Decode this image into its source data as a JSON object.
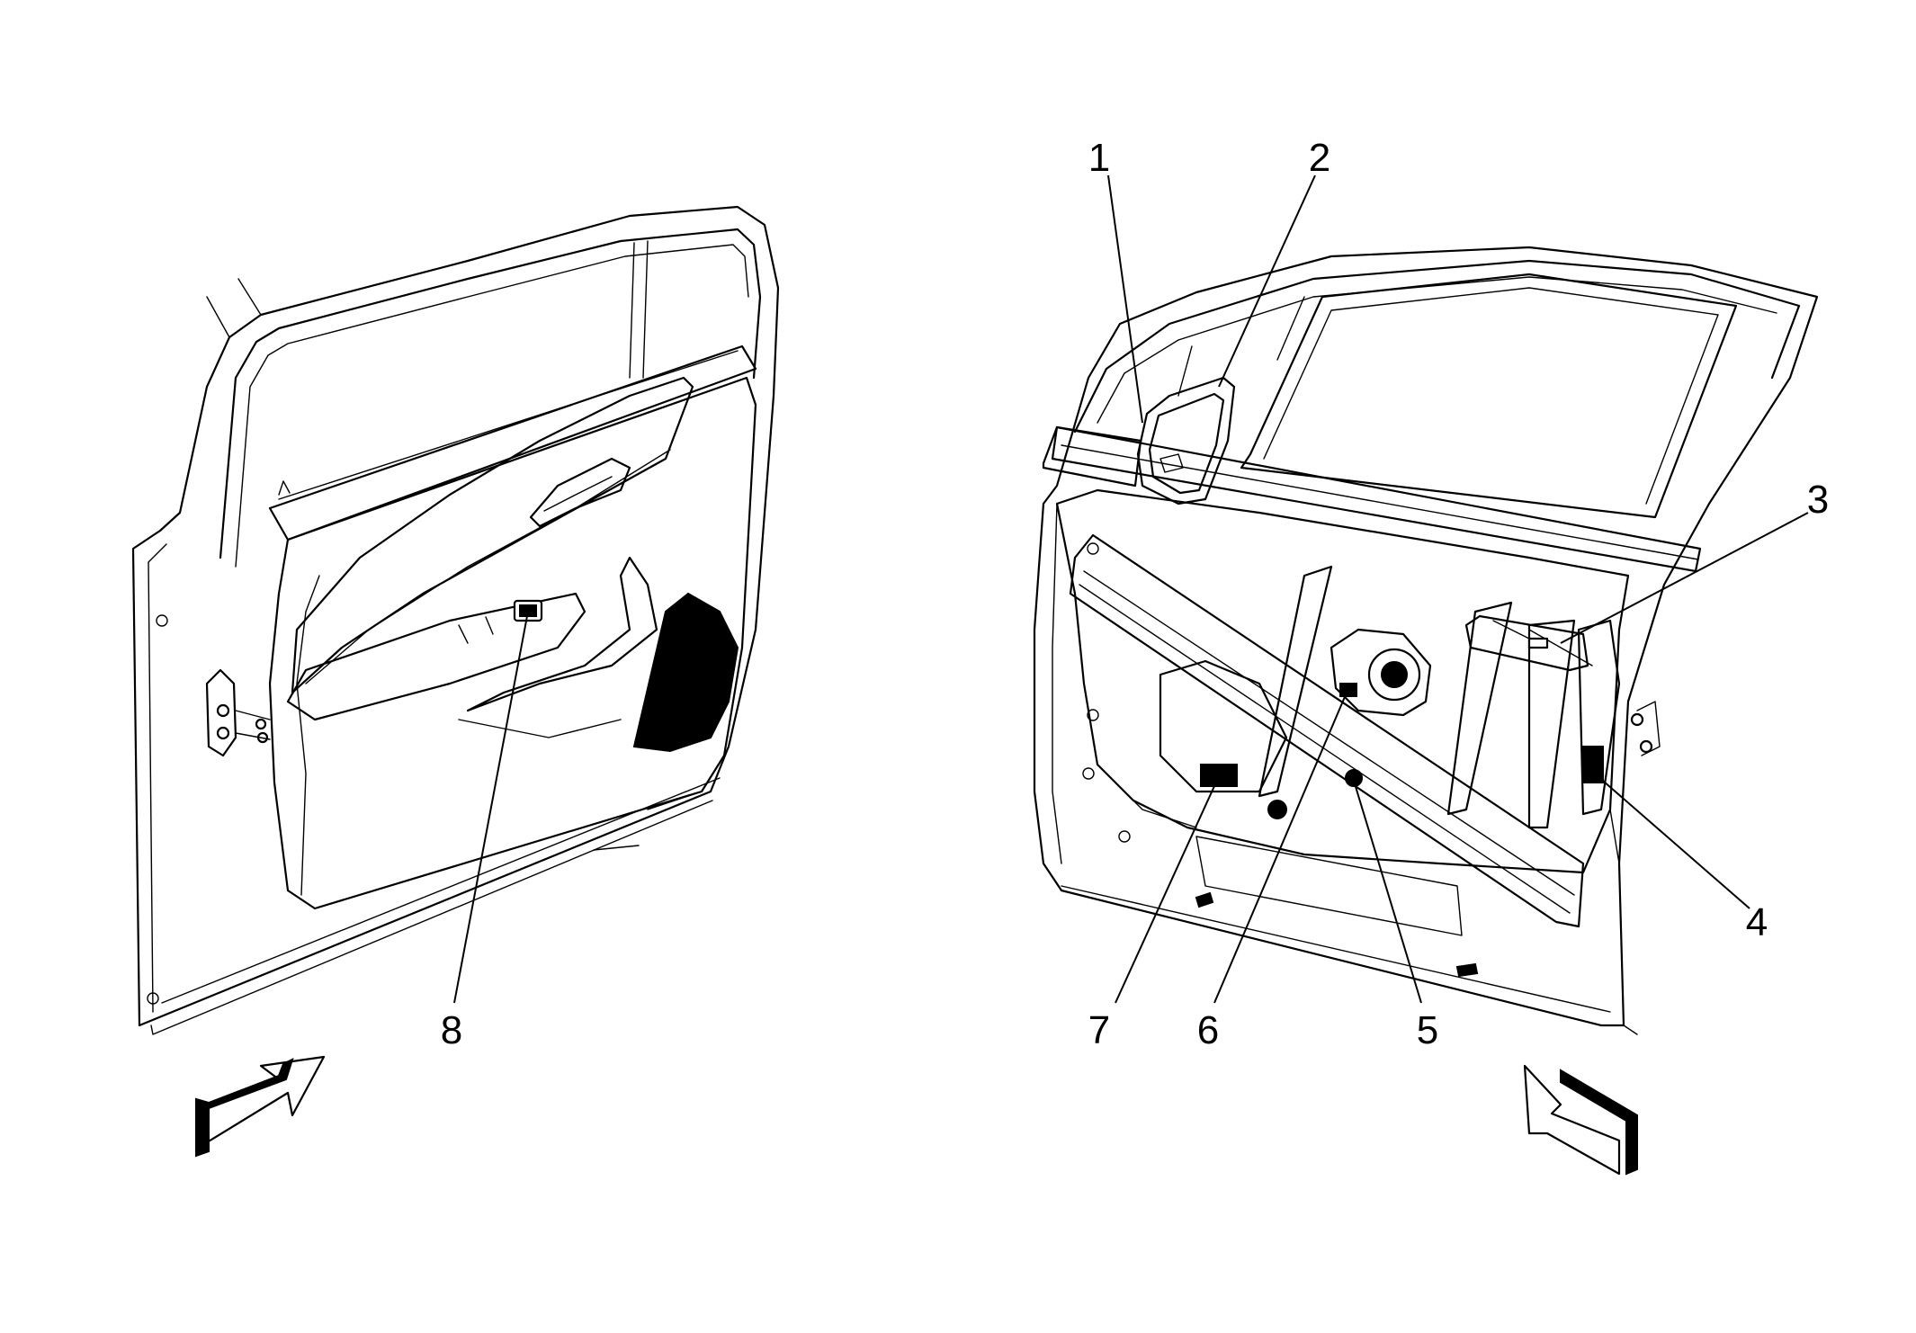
{
  "callouts": [
    {
      "id": "1",
      "label": "1"
    },
    {
      "id": "2",
      "label": "2"
    },
    {
      "id": "3",
      "label": "3"
    },
    {
      "id": "4",
      "label": "4"
    },
    {
      "id": "5",
      "label": "5"
    },
    {
      "id": "6",
      "label": "6"
    },
    {
      "id": "7",
      "label": "7"
    },
    {
      "id": "8",
      "label": "8"
    }
  ],
  "views": {
    "left": {
      "view_arrow_icon": "view-direction-arrow-icon"
    },
    "right": {
      "view_arrow_icon": "view-direction-arrow-icon"
    }
  }
}
